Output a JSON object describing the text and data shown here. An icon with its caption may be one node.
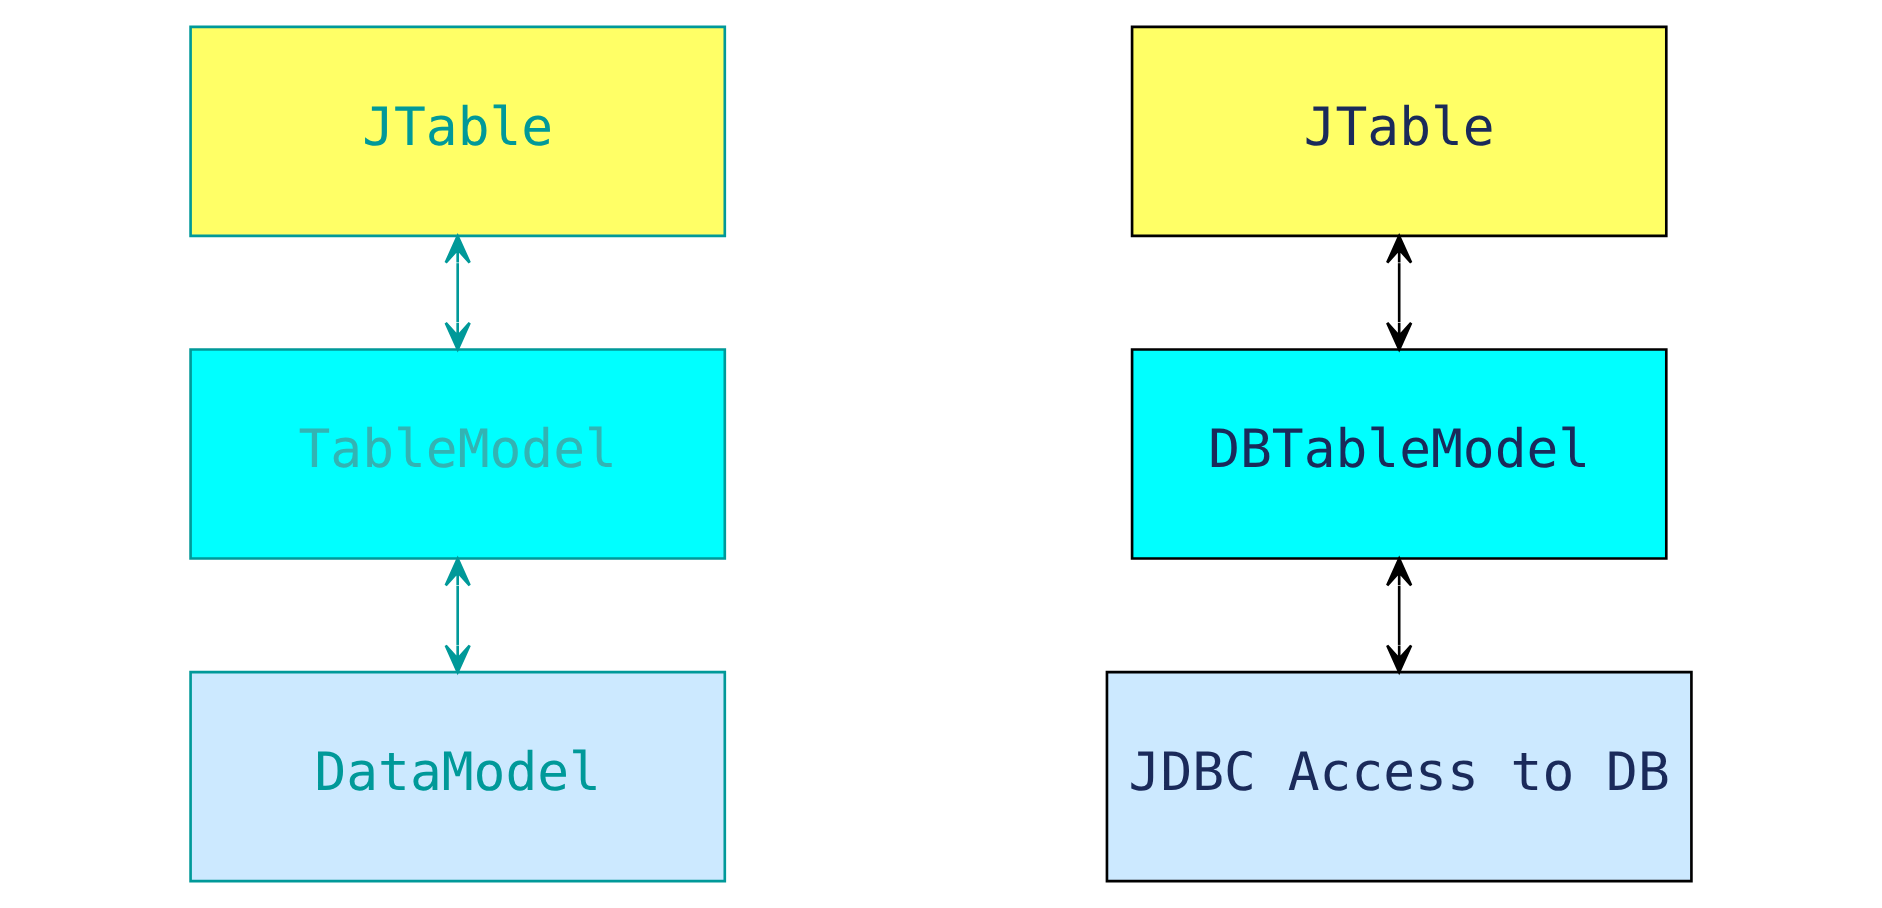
{
  "diagram": {
    "nodes": [
      {
        "text": [
          "JTable"
        ]
      },
      {
        "text": [
          "TableModel"
        ]
      },
      {
        "text": [
          "DataModel"
        ]
      },
      {
        "text": [
          "JTable"
        ]
      },
      {
        "text": [
          "DBTableModel"
        ]
      },
      {
        "text": [
          "JDBC Access to DB"
        ]
      }
    ],
    "edges": [
      {
        "from": 0,
        "to": 1,
        "arrow": "both",
        "color": "#009999"
      },
      {
        "from": 1,
        "to": 2,
        "arrow": "both",
        "color": "#009999"
      },
      {
        "from": 3,
        "to": 4,
        "arrow": "both",
        "color": "#000000"
      },
      {
        "from": 4,
        "to": 5,
        "arrow": "both",
        "color": "#000000"
      }
    ]
  }
}
